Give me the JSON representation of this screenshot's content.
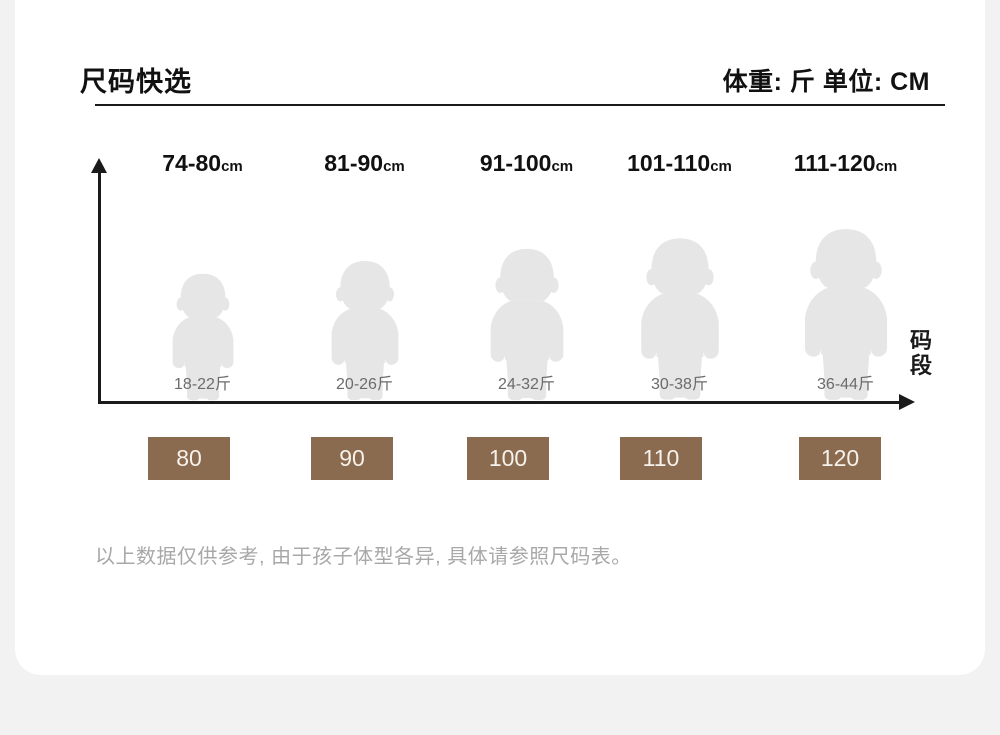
{
  "page": {
    "background_color": "#f2f2f2",
    "card_color": "#ffffff"
  },
  "header": {
    "title": "尺码快选",
    "units_note": "体重: 斤  单位: CM"
  },
  "chart_data": {
    "type": "table",
    "title": "尺码快选",
    "xlabel": "码段",
    "ylabel": "",
    "grid": false,
    "legend": "none",
    "accent_color": "#8b6b50",
    "figure_color": "#e6e6e6",
    "categories": [
      "80",
      "90",
      "100",
      "110",
      "120"
    ],
    "columns": [
      {
        "height_range": "74-80",
        "height_unit": "cm",
        "weight_range": "18-22斤",
        "size": "80",
        "figure_scale": 0.72
      },
      {
        "height_range": "81-90",
        "height_unit": "cm",
        "weight_range": "20-26斤",
        "size": "90",
        "figure_scale": 0.8
      },
      {
        "height_range": "91-100",
        "height_unit": "cm",
        "weight_range": "24-32斤",
        "size": "100",
        "figure_scale": 0.88
      },
      {
        "height_range": "101-110",
        "height_unit": "cm",
        "weight_range": "30-38斤",
        "size": "110",
        "figure_scale": 0.94
      },
      {
        "height_range": "111-120",
        "height_unit": "cm",
        "weight_range": "36-44斤",
        "size": "120",
        "figure_scale": 1.0
      }
    ]
  },
  "axis": {
    "vertical_label": "",
    "horizontal_label": "码段"
  },
  "footer": {
    "disclaimer": "以上数据仅供参考, 由于孩子体型各异, 具体请参照尺码表。"
  }
}
